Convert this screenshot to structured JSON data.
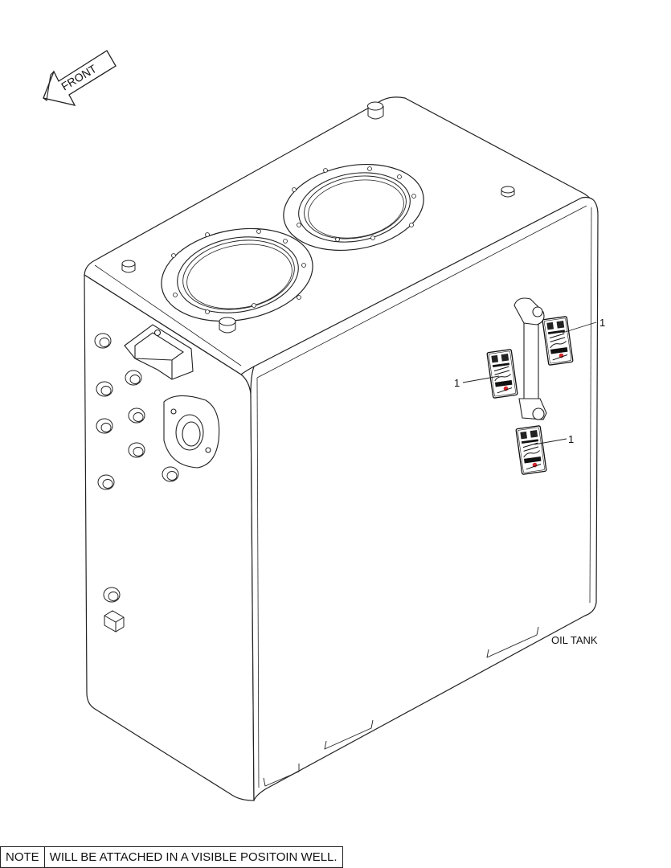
{
  "front_arrow": {
    "label": "FRONT"
  },
  "part_name": "OIL TANK",
  "callouts": [
    {
      "label": "1"
    },
    {
      "label": "1"
    },
    {
      "label": "1"
    }
  ],
  "note": {
    "tag": "NOTE",
    "text": "WILL BE ATTACHED IN A VISIBLE POSITOIN WELL."
  },
  "decal": {
    "accent_color": "#d9262c"
  }
}
